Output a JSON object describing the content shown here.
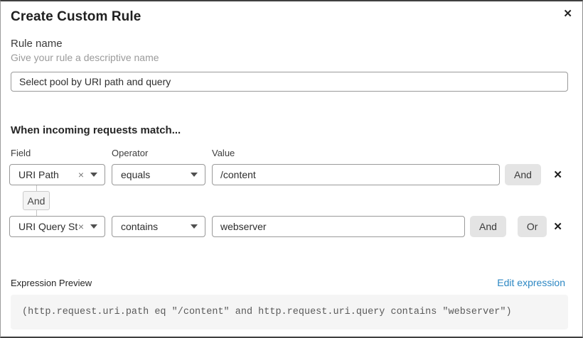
{
  "modal": {
    "title": "Create Custom Rule"
  },
  "icons": {
    "close": "✕",
    "remove": "✕",
    "clear": "×"
  },
  "rule_name": {
    "label": "Rule name",
    "hint": "Give your rule a descriptive name",
    "value": "Select pool by URI path and query"
  },
  "match": {
    "heading": "When incoming requests match...",
    "columns": {
      "field": "Field",
      "operator": "Operator",
      "value": "Value"
    },
    "rows": [
      {
        "field": "URI Path",
        "operator": "equals",
        "value": "/content"
      },
      {
        "field": "URI Query St...",
        "operator": "contains",
        "value": "webserver"
      }
    ],
    "connector_label": "And",
    "and_button": "And",
    "or_button": "Or"
  },
  "expression": {
    "label": "Expression Preview",
    "edit_link": "Edit expression",
    "code": "(http.request.uri.path eq \"/content\" and http.request.uri.query contains \"webserver\")"
  },
  "colors": {
    "link_blue": "#2c87c3",
    "conjunction_button_bg": "#e4e4e4",
    "code_background": "#f5f5f5",
    "border_gray": "#9a9a9a"
  }
}
